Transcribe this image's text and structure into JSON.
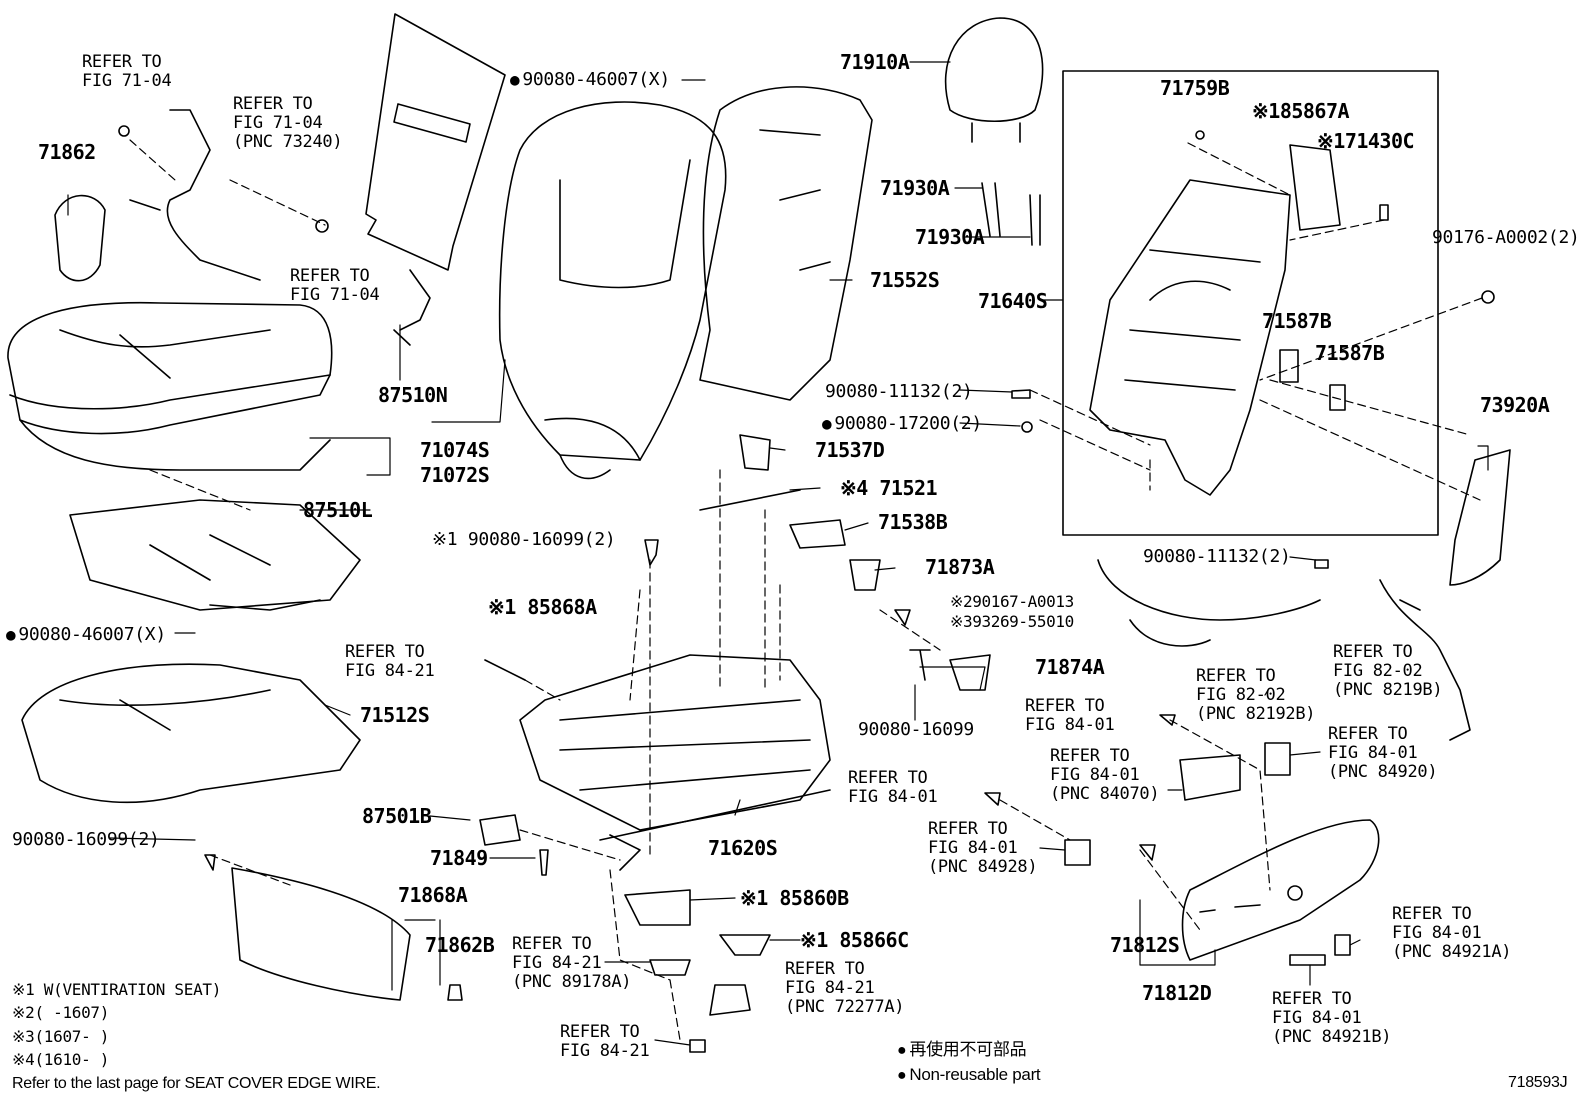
{
  "diagram_id": "718593J",
  "parts": {
    "p71910A": "71910A",
    "p71930A_1": "71930A",
    "p71930A_2": "71930A",
    "p71552S": "71552S",
    "p71640S": "71640S",
    "p71759B": "71759B",
    "p85867A": "85867A",
    "p71430C": "71430C",
    "p90176": "90176-A0002(2)",
    "p71587B_1": "71587B",
    "p71587B_2": "71587B",
    "p73920A": "73920A",
    "p71862": "71862",
    "p87510N": "87510N",
    "p71074S": "71074S",
    "p71072S": "71072S",
    "p87510L": "87510L",
    "p90080_46007_top": "90080-46007(X)",
    "p90080_46007_left": "90080-46007(X)",
    "p90080_11132_a": "90080-11132(2)",
    "p90080_17200": "90080-17200(2)",
    "p90080_11132_b": "90080-11132(2)",
    "p71537D": "71537D",
    "p71521": "71521",
    "p71538B": "71538B",
    "p71873A": "71873A",
    "p90080_16099_2": "90080-16099(2)",
    "p85868A": "85868A",
    "p90167": "90167-A0013",
    "p93269": "93269-55010",
    "p71874A": "71874A",
    "p90080_16099": "90080-16099",
    "p71512S": "71512S",
    "p87501B": "87501B",
    "p71849": "71849",
    "p71620S": "71620S",
    "p90080_16099_2b": "90080-16099(2)",
    "p85860B": "85860B",
    "p85866C": "85866C",
    "p71868A": "71868A",
    "p71862B": "71862B",
    "p71812S": "71812S",
    "p71812D": "71812D"
  },
  "marks": {
    "m1": "※1",
    "m2": "※2",
    "m3": "※3",
    "m4": "※4"
  },
  "refs": {
    "r_71_04_a": [
      "REFER TO",
      "FIG 71-04"
    ],
    "r_71_04_b": [
      "REFER TO",
      "FIG 71-04",
      "(PNC 73240)"
    ],
    "r_71_04_c": [
      "REFER TO",
      "FIG 71-04"
    ],
    "r_84_21_a": [
      "REFER TO",
      "FIG 84-21"
    ],
    "r_82_02_a": [
      "REFER TO",
      "FIG 82-02",
      "(PNC 82192B)"
    ],
    "r_82_02_b": [
      "REFER TO",
      "FIG 82-02",
      "(PNC 8219B)"
    ],
    "r_84_01_a": [
      "REFER TO",
      "FIG 84-01"
    ],
    "r_84_01_b": [
      "REFER TO",
      "FIG 84-01",
      "(PNC 84070)"
    ],
    "r_84_01_c": [
      "REFER TO",
      "FIG 84-01",
      "(PNC 84920)"
    ],
    "r_84_01_d": [
      "REFER TO",
      "FIG 84-01"
    ],
    "r_84_01_e": [
      "REFER TO",
      "FIG 84-01",
      "(PNC 84928)"
    ],
    "r_84_01_f": [
      "REFER TO",
      "FIG 84-01",
      "(PNC 84921A)"
    ],
    "r_84_01_g": [
      "REFER TO",
      "FIG 84-01",
      "(PNC 84921B)"
    ],
    "r_84_21_b": [
      "REFER TO",
      "FIG 84-21",
      "(PNC 89178A)"
    ],
    "r_84_21_c": [
      "REFER TO",
      "FIG 84-21",
      "(PNC 72277A)"
    ],
    "r_84_21_d": [
      "REFER TO",
      "FIG 84-21"
    ]
  },
  "notes": {
    "n1": "※1 W(VENTIRATION SEAT)",
    "n2": "※2(     -1607)",
    "n3": "※3(1607-     )",
    "n4": "※4(1610-   )",
    "footer": "Refer to the last page for SEAT COVER EDGE WIRE."
  },
  "legend": {
    "jp": "再使用不可部品",
    "en": "Non-reusable part"
  }
}
